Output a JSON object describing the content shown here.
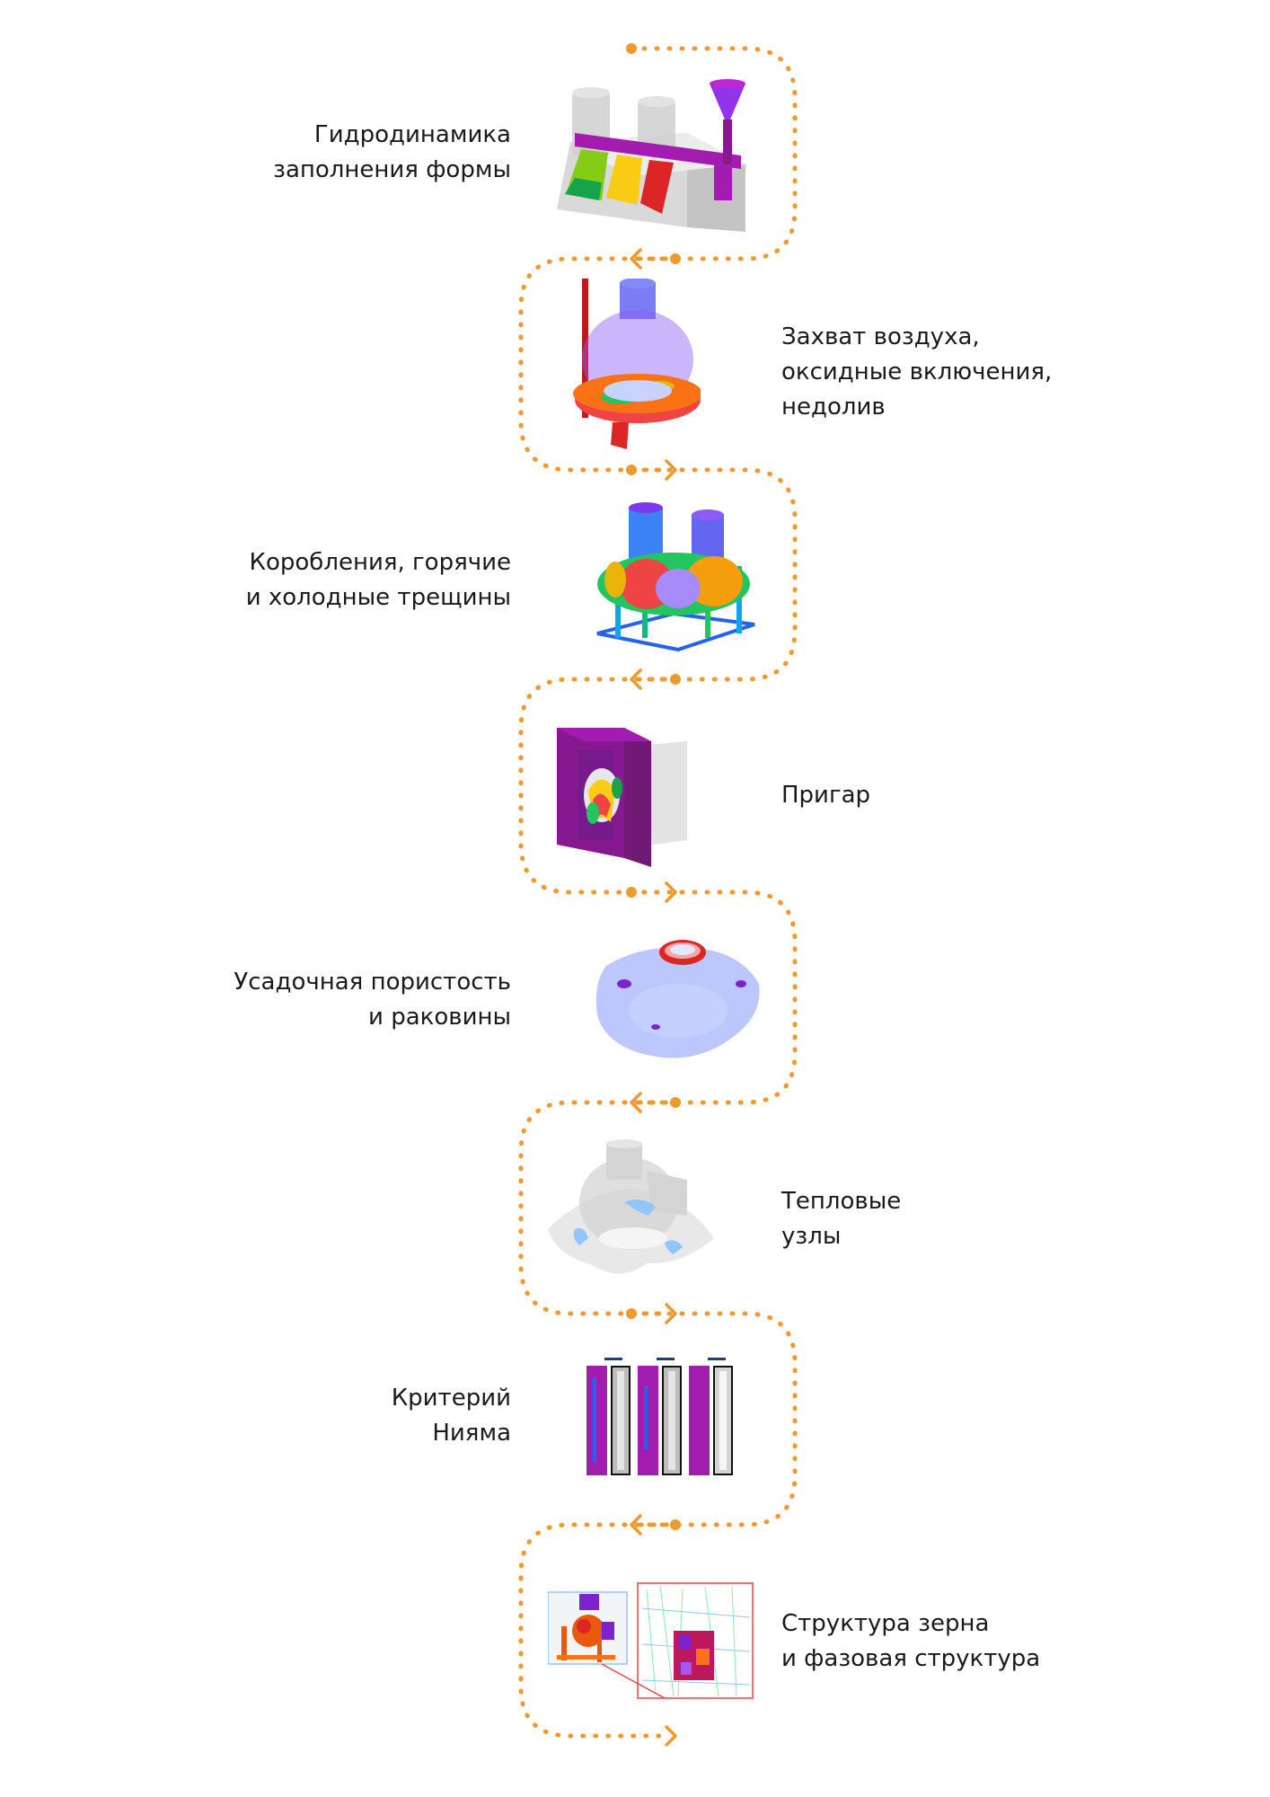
{
  "path": {
    "color": "#ef9a2e"
  },
  "steps": [
    {
      "lines": [
        "Гидродинамика",
        "заполнения формы"
      ],
      "icon": "mold-filling-icon"
    },
    {
      "lines": [
        "Захват воздуха,",
        "оксидные включения,",
        "недолив"
      ],
      "icon": "air-entrapment-icon"
    },
    {
      "lines": [
        "Коробления, горячие",
        "и холодные трещины"
      ],
      "icon": "stress-cracks-icon"
    },
    {
      "lines": [
        "Пригар"
      ],
      "icon": "burn-on-icon"
    },
    {
      "lines": [
        "Усадочная пористость",
        "и раковины"
      ],
      "icon": "shrinkage-porosity-icon"
    },
    {
      "lines": [
        "Тепловые",
        "узлы"
      ],
      "icon": "hot-spots-icon"
    },
    {
      "lines": [
        "Критерий",
        "Нияма"
      ],
      "icon": "niyama-criterion-icon"
    },
    {
      "lines": [
        "Структура зерна",
        "и фазовая структура"
      ],
      "icon": "grain-structure-icon"
    }
  ]
}
